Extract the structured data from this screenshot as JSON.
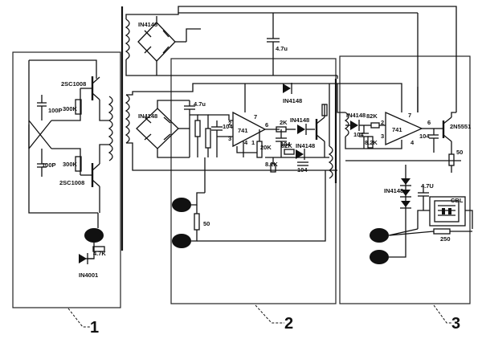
{
  "components": {
    "diode_top_bridge": "IN4148",
    "cap_top": "4.7u",
    "q_top": "2SC1008",
    "q_bot": "2SC1008",
    "cap_100p_a": "100P",
    "cap_100p_b": "100P",
    "res_300k_a": "300K",
    "res_300k_b": "300K",
    "res_4k7": "4.7K",
    "diode_in4001": "IN4001",
    "bridge_mid": "IN4148",
    "cap_mid": "4.7u",
    "cap_104_a": "104",
    "opamp_a": "741",
    "pin7_a": "7",
    "pin6_a": "6",
    "pin2_a": "2",
    "pin3_a": "3",
    "pin4_a": "4",
    "pin1_a": "1",
    "res_2k": "2K",
    "diode_mid_top": "IN4148",
    "diode_mid_a": "IN4148",
    "res_20k": "20K",
    "cap_104_b": "104",
    "res_82k_a": "82K",
    "res_8k2": "8.2K",
    "diode_mid_b": "IN4148",
    "cap_104_c": "104",
    "res_50_a": "50",
    "diode_r_a": "IN4148",
    "res_82k_b": "82K",
    "cap_104_d": "104",
    "res_8k2_b": "8.2K",
    "opamp_b": "741",
    "pin7_b": "7",
    "pin6_b": "6",
    "pin2_b": "2",
    "pin3_b": "3",
    "pin4_b": "4",
    "cap_104_e": "104",
    "transistor_r": "2N5551",
    "res_50_b": "50",
    "diode_r_b": "IN4148",
    "cap_r": "4.7U",
    "res_250": "250",
    "relay_label": "CBL"
  },
  "panels": {
    "p1": "1",
    "p2": "2",
    "p3": "3"
  }
}
